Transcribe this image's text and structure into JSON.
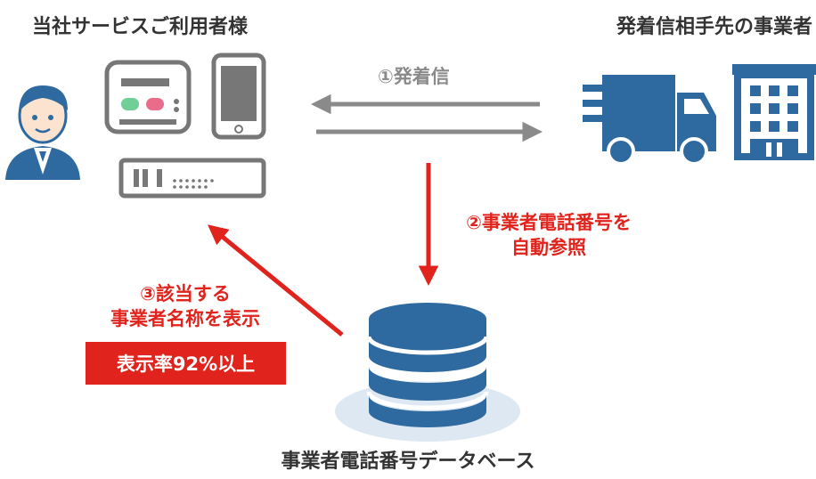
{
  "labels": {
    "user_side_title": "当社サービスご利用者様",
    "business_side_title": "発着信相手先の事業者",
    "step1": "①発着信",
    "step2_line1": "②事業者電話番号を",
    "step2_line2": "自動参照",
    "step3_line1": "③該当する",
    "step3_line2": "事業者名称を表示",
    "display_rate": "表示率92%以上",
    "database_name": "事業者電話番号データベース"
  },
  "icons": [
    "person-icon",
    "phone-terminal-icon",
    "smartphone-icon",
    "network-device-icon",
    "delivery-truck-icon",
    "office-building-icon",
    "database-icon"
  ],
  "colors": {
    "accent_red": "#e0231c",
    "icon_blue": "#2e6aa0",
    "arrow_gray": "#8a8a8a",
    "device_gray": "#777777"
  }
}
